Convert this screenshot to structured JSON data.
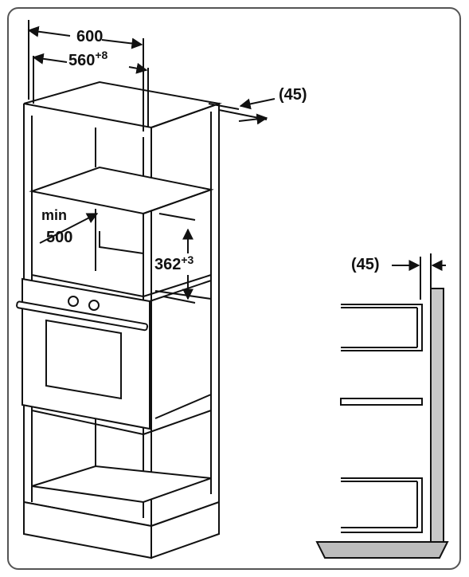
{
  "dimensions": {
    "width_total": "600",
    "width_inner": "560",
    "width_inner_tolerance": "+8",
    "rear_gap_top": "(45)",
    "min_label": "min",
    "min_depth": "500",
    "niche_height": "362",
    "niche_height_tolerance": "+3",
    "rear_gap_side": "(45)"
  },
  "colors": {
    "line": "#111111",
    "wall_fill": "#c8c8c8",
    "floor_fill": "#bdbdbd"
  }
}
